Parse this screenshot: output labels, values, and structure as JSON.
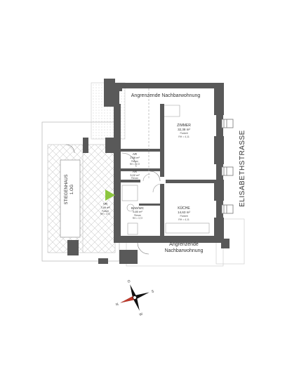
{
  "labels": {
    "neighbor_top": "Angrenzende Nachbarwohnung",
    "neighbor_bottom_1": "Angrenzende",
    "neighbor_bottom_2": "Nachbarwohnung",
    "street": "ELISABETHSTRASSE",
    "stair_1": "STIEGENHAUS",
    "stair_2": "1.OG"
  },
  "rooms": {
    "zimmer": {
      "name": "ZIMMER",
      "area": "32,38 m²",
      "floor": "Parkett",
      "height": "RH = 4,11"
    },
    "ar1": {
      "name": "AR",
      "area": "2,58 m²",
      "floor": "Fliesen",
      "height": "RH = 3,72"
    },
    "ar2": {
      "name": "AR",
      "area": "3,02 m²",
      "floor": "Fliesen",
      "height": "RH = 3,72"
    },
    "vr": {
      "name": "VR",
      "area": "7,46 m²",
      "floor": "Parkett",
      "height": "RH = 3,72"
    },
    "bad": {
      "name": "BAD/WC",
      "area": "5,80 m²",
      "floor": "Fliesen",
      "height": "RH = 3,72"
    },
    "kueche": {
      "name": "KÜCHE",
      "area": "14,63 m²",
      "floor": "Parkett",
      "height": "RH = 4,11"
    }
  },
  "compass": {
    "n": "N",
    "s": "S",
    "o": "O",
    "w": "W"
  },
  "colors": {
    "wall": "#595959",
    "entrance_marker": "#8cc63f",
    "needle": "#c0392b"
  }
}
